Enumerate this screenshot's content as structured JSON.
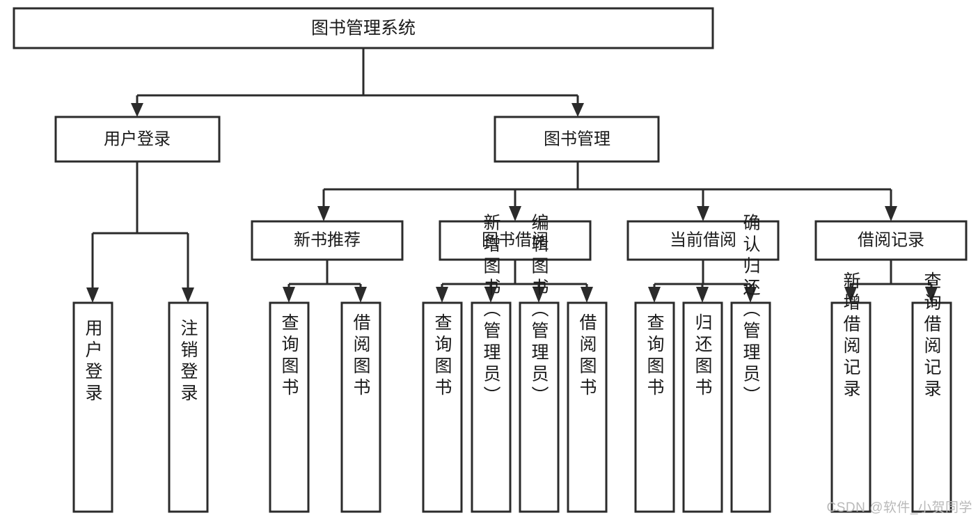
{
  "diagram": {
    "type": "tree-hierarchy-flowchart",
    "orientation": "top-down",
    "root": {
      "id": "root",
      "label": "图书管理系统"
    },
    "level2": [
      {
        "id": "user-login",
        "label": "用户登录"
      },
      {
        "id": "book-management",
        "label": "图书管理"
      }
    ],
    "level3": [
      {
        "id": "new-book-recommend",
        "label": "新书推荐",
        "parent": "book-management"
      },
      {
        "id": "book-borrow",
        "label": "图书借阅",
        "parent": "book-management"
      },
      {
        "id": "current-borrow",
        "label": "当前借阅",
        "parent": "book-management"
      },
      {
        "id": "borrow-record",
        "label": "借阅记录",
        "parent": "book-management"
      }
    ],
    "leaves": {
      "user_login": [
        {
          "id": "leaf-user-login",
          "label": "用户登录"
        },
        {
          "id": "leaf-logout-login",
          "label": "注销登录"
        }
      ],
      "new_book_recommend": [
        {
          "id": "leaf-query-book-1",
          "label": "查询图书"
        },
        {
          "id": "leaf-borrow-book-1",
          "label": "借阅图书"
        }
      ],
      "book_borrow": [
        {
          "id": "leaf-query-book-2",
          "label": "查询图书"
        },
        {
          "id": "leaf-add-book",
          "label": "新增图书（管理员）"
        },
        {
          "id": "leaf-edit-book",
          "label": "编辑图书（管理员）"
        },
        {
          "id": "leaf-borrow-book-2",
          "label": "借阅图书"
        }
      ],
      "current_borrow": [
        {
          "id": "leaf-query-book-3",
          "label": "查询图书"
        },
        {
          "id": "leaf-return-book",
          "label": "归还图书"
        },
        {
          "id": "leaf-confirm-return",
          "label": "确认归还（管理员）"
        }
      ],
      "borrow_record": [
        {
          "id": "leaf-add-record",
          "label": "新增借阅记录"
        },
        {
          "id": "leaf-query-record",
          "label": "查询借阅记录"
        }
      ]
    }
  },
  "watermark": {
    "text": "CSDN @软件_小贺同学"
  },
  "colors": {
    "box_border": "#2b2b2b",
    "box_fill": "#ffffff",
    "text": "#1a1a1a",
    "watermark": "#b9b9b9",
    "background": "#ffffff"
  }
}
